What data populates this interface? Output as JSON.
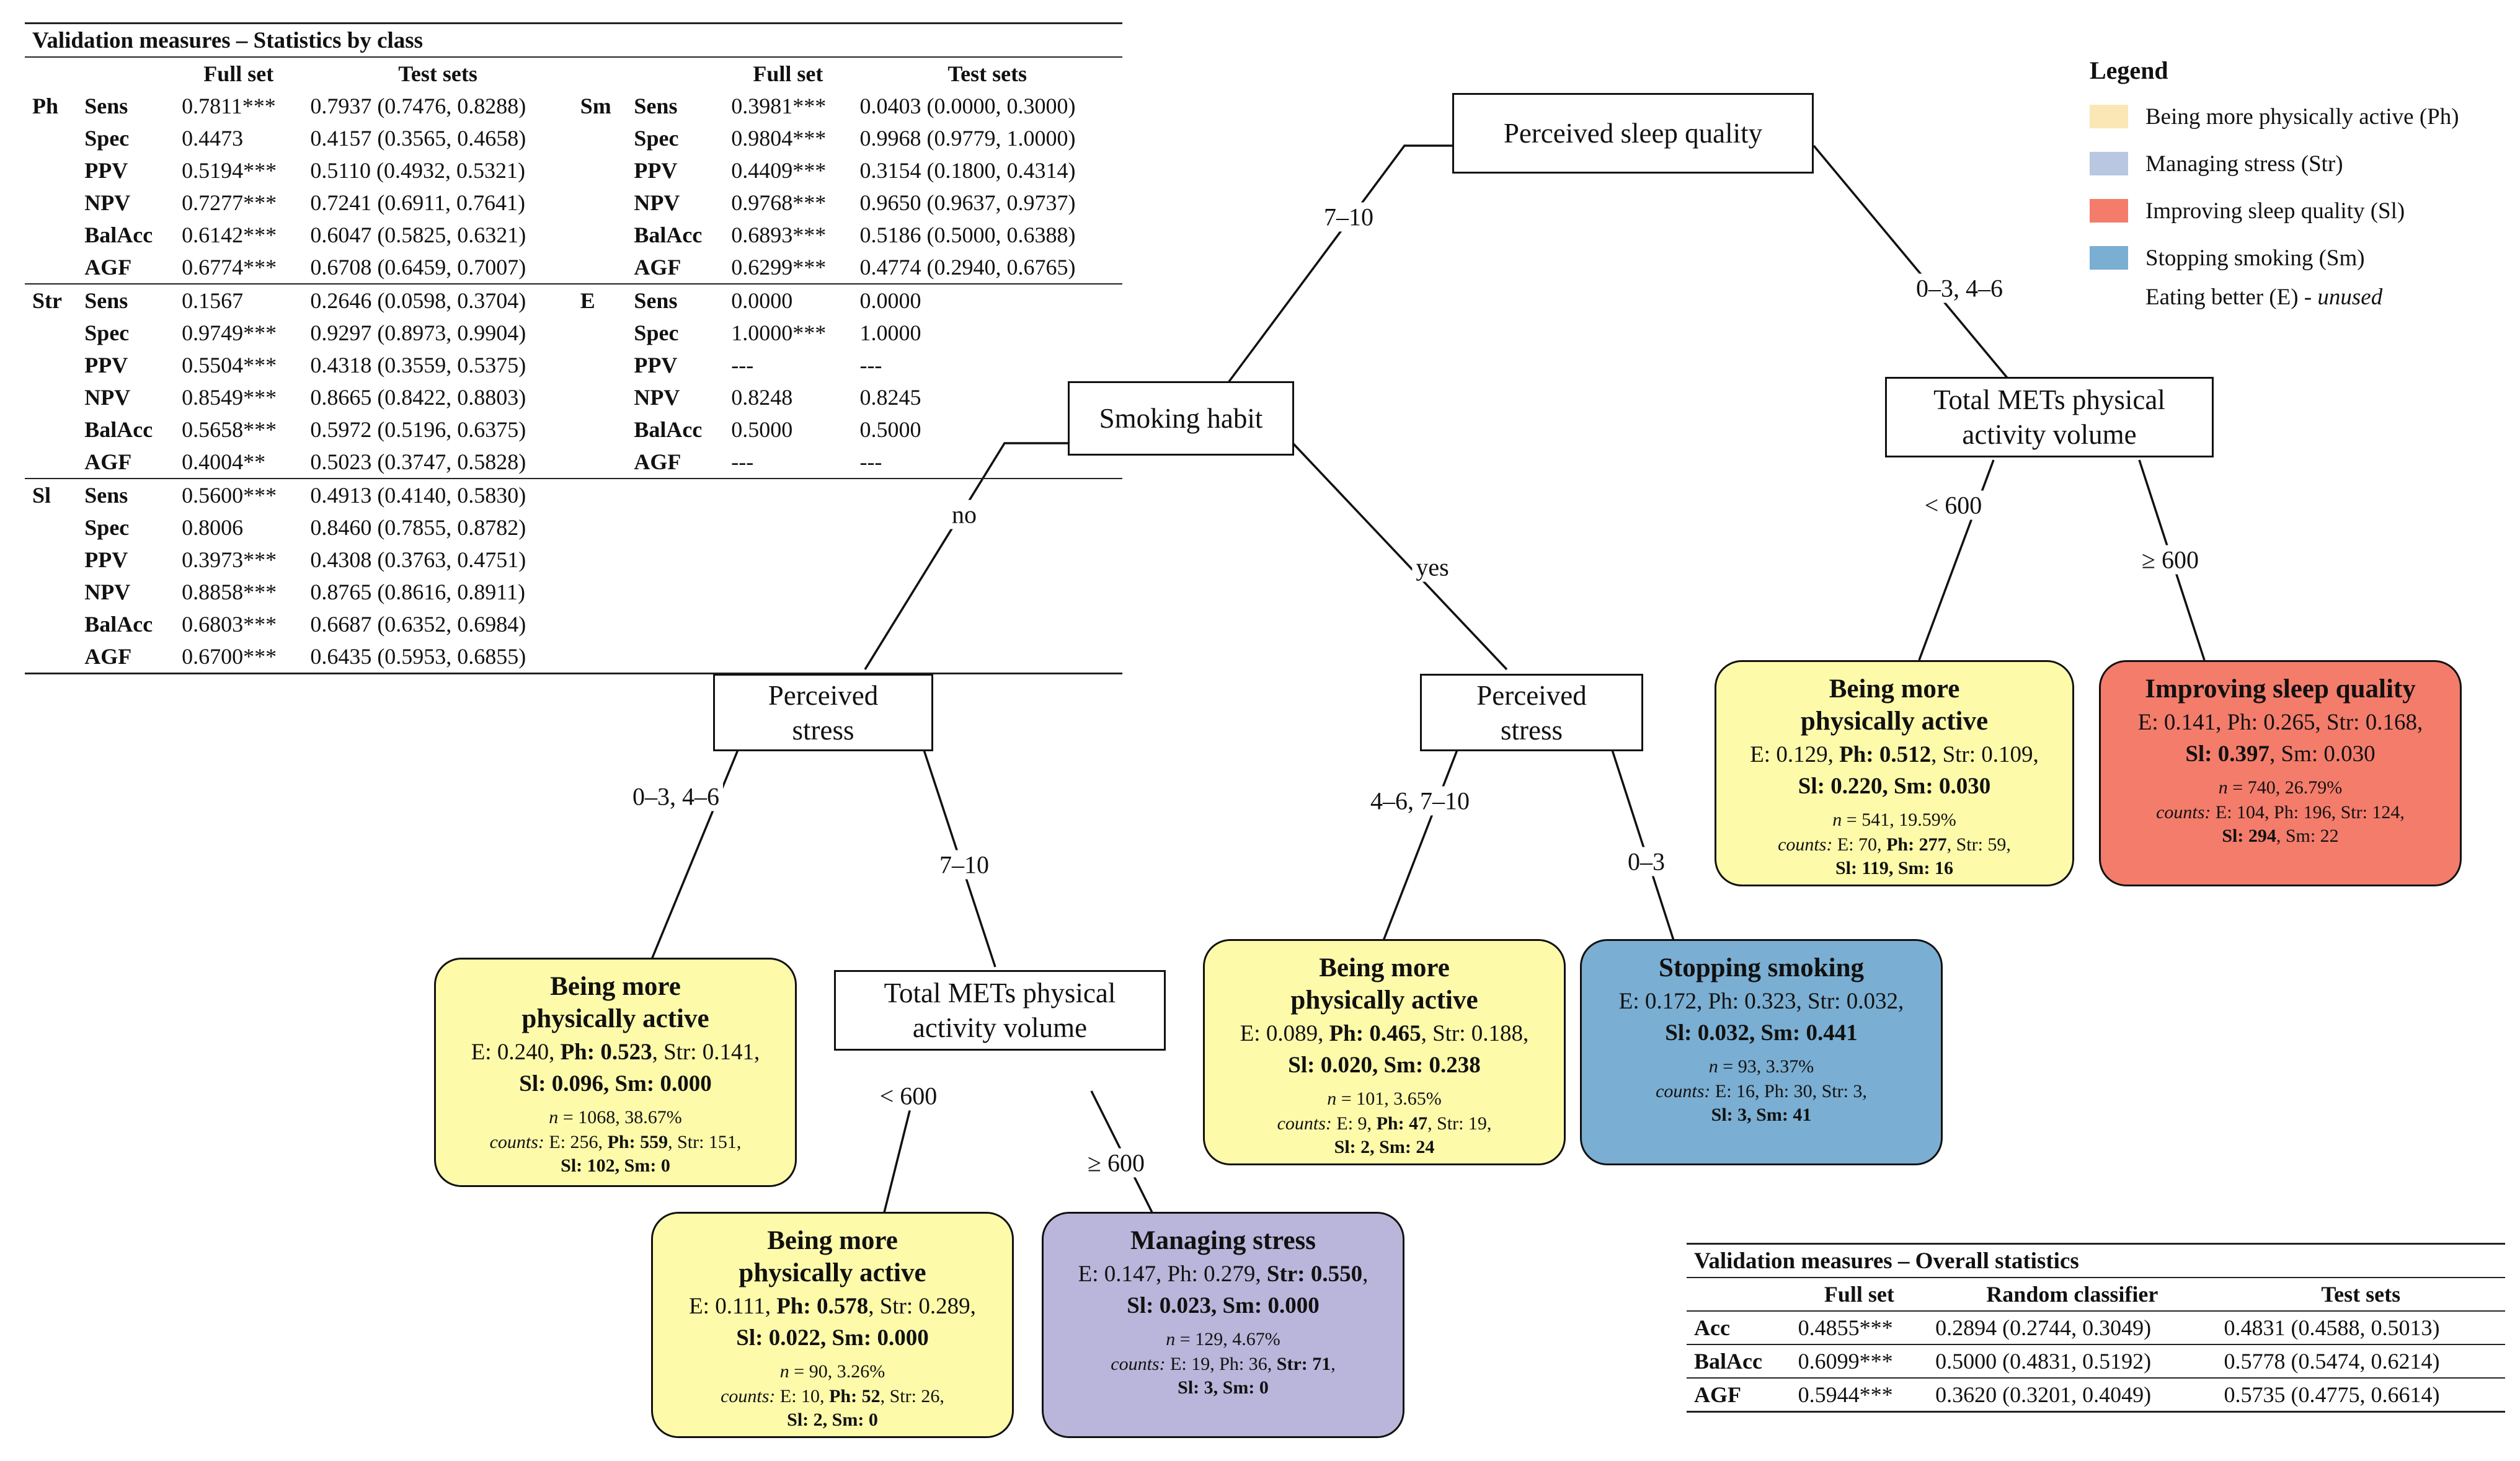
{
  "class_table": {
    "title": "Validation measures – Statistics by class",
    "headers": [
      "Full set",
      "Test sets"
    ],
    "blocks": [
      {
        "cls": "Ph",
        "rows": [
          [
            "Sens",
            "0.7811***",
            "0.7937 (0.7476, 0.8288)"
          ],
          [
            "Spec",
            "0.4473",
            "0.4157 (0.3565, 0.4658)"
          ],
          [
            "PPV",
            "0.5194***",
            "0.5110 (0.4932, 0.5321)"
          ],
          [
            "NPV",
            "0.7277***",
            "0.7241 (0.6911, 0.7641)"
          ],
          [
            "BalAcc",
            "0.6142***",
            "0.6047 (0.5825, 0.6321)"
          ],
          [
            "AGF",
            "0.6774***",
            "0.6708 (0.6459, 0.7007)"
          ]
        ]
      },
      {
        "cls": "Sm",
        "rows": [
          [
            "Sens",
            "0.3981***",
            "0.0403 (0.0000, 0.3000)"
          ],
          [
            "Spec",
            "0.9804***",
            "0.9968 (0.9779, 1.0000)"
          ],
          [
            "PPV",
            "0.4409***",
            "0.3154 (0.1800, 0.4314)"
          ],
          [
            "NPV",
            "0.9768***",
            "0.9650 (0.9637, 0.9737)"
          ],
          [
            "BalAcc",
            "0.6893***",
            "0.5186 (0.5000, 0.6388)"
          ],
          [
            "AGF",
            "0.6299***",
            "0.4774 (0.2940, 0.6765)"
          ]
        ]
      },
      {
        "cls": "Str",
        "rows": [
          [
            "Sens",
            "0.1567",
            "0.2646 (0.0598, 0.3704)"
          ],
          [
            "Spec",
            "0.9749***",
            "0.9297 (0.8973, 0.9904)"
          ],
          [
            "PPV",
            "0.5504***",
            "0.4318 (0.3559, 0.5375)"
          ],
          [
            "NPV",
            "0.8549***",
            "0.8665 (0.8422, 0.8803)"
          ],
          [
            "BalAcc",
            "0.5658***",
            "0.5972 (0.5196, 0.6375)"
          ],
          [
            "AGF",
            "0.4004**",
            "0.5023 (0.3747, 0.5828)"
          ]
        ]
      },
      {
        "cls": "E",
        "rows": [
          [
            "Sens",
            "0.0000",
            "0.0000"
          ],
          [
            "Spec",
            "1.0000***",
            "1.0000"
          ],
          [
            "PPV",
            "---",
            "---"
          ],
          [
            "NPV",
            "0.8248",
            "0.8245"
          ],
          [
            "BalAcc",
            "0.5000",
            "0.5000"
          ],
          [
            "AGF",
            "---",
            "---"
          ]
        ]
      },
      {
        "cls": "Sl",
        "rows": [
          [
            "Sens",
            "0.5600***",
            "0.4913 (0.4140, 0.5830)"
          ],
          [
            "Spec",
            "0.8006",
            "0.8460 (0.7855, 0.8782)"
          ],
          [
            "PPV",
            "0.3973***",
            "0.4308 (0.3763, 0.4751)"
          ],
          [
            "NPV",
            "0.8858***",
            "0.8765 (0.8616, 0.8911)"
          ],
          [
            "BalAcc",
            "0.6803***",
            "0.6687 (0.6352, 0.6984)"
          ],
          [
            "AGF",
            "0.6700***",
            "0.6435 (0.5953, 0.6855)"
          ]
        ]
      }
    ]
  },
  "overall_table": {
    "title": "Validation measures – Overall statistics",
    "headers": [
      "Full set",
      "Random classifier",
      "Test sets"
    ],
    "rows": [
      [
        "Acc",
        "0.4855***",
        "0.2894 (0.2744, 0.3049)",
        "0.4831 (0.4588, 0.5013)"
      ],
      [
        "BalAcc",
        "0.6099***",
        "0.5000 (0.4831, 0.5192)",
        "0.5778 (0.5474, 0.6214)"
      ],
      [
        "AGF",
        "0.5944***",
        "0.3620 (0.3201, 0.4049)",
        "0.5735 (0.4775, 0.6614)"
      ]
    ]
  },
  "legend": {
    "title": "Legend",
    "items": [
      {
        "label": "Being more physically active (Ph)",
        "color": "#fbe7b5"
      },
      {
        "label": "Managing stress (Str)",
        "color": "#b9c7e0"
      },
      {
        "label": "Improving sleep quality (Sl)",
        "color": "#f47c6b"
      },
      {
        "label": "Stopping smoking (Sm)",
        "color": "#7aaed2"
      }
    ],
    "unused": {
      "label": "Eating better (E) - ",
      "note": "unused"
    }
  },
  "tree": {
    "nodes": {
      "root": "Perceived sleep quality",
      "smoking": "Smoking habit",
      "mets_right": "Total METs physical\nactivity volume",
      "stress_left": "Perceived\nstress",
      "stress_right": "Perceived\nstress",
      "mets_left": "Total METs physical\nactivity volume"
    },
    "edges": {
      "root_left": "7–10",
      "root_right": "0–3, 4–6",
      "smoking_no": "no",
      "smoking_yes": "yes",
      "metsR_low": "< 600",
      "metsR_high": "≥ 600",
      "stressL_low": "0–3, 4–6",
      "stressL_high": "7–10",
      "stressR_low": "4–6, 7–10",
      "stressR_high": "0–3",
      "metsL_low": "< 600",
      "metsL_high": "≥ 600"
    },
    "leaves": [
      {
        "id": "leaf_ph_top",
        "title": "Being more\nphysically active",
        "color": "#fdfaaa",
        "p1": [
          "E: 0.129, ",
          "Ph: 0.512",
          ", Str: 0.109,"
        ],
        "p2": [
          "Sl: 0.220, Sm: 0.030"
        ],
        "n": "541, 19.59%",
        "c1": [
          "E: 70, ",
          "Ph: 277",
          ", Str: 59,"
        ],
        "c2": [
          "Sl: 119, Sm: 16"
        ]
      },
      {
        "id": "leaf_sl",
        "title": "Improving sleep quality",
        "color": "#f47c6b",
        "p1": [
          "E: 0.141, Ph: 0.265, Str: 0.168,"
        ],
        "p2": [
          "Sl: 0.397",
          ", Sm: 0.030"
        ],
        "n": "740, 26.79%",
        "c1": [
          "E: 104, Ph: 196, Str: 124,"
        ],
        "c2": [
          "Sl: 294",
          ", Sm: 22"
        ]
      },
      {
        "id": "leaf_ph_left",
        "title": "Being more\nphysically active",
        "color": "#fdfaaa",
        "p1": [
          "E: 0.240, ",
          "Ph: 0.523",
          ", Str: 0.141,"
        ],
        "p2": [
          "Sl: 0.096, Sm: 0.000"
        ],
        "n": "1068, 38.67%",
        "c1": [
          "E: 256, ",
          "Ph: 559",
          ", Str: 151,"
        ],
        "c2": [
          "Sl: 102, Sm: 0"
        ]
      },
      {
        "id": "leaf_ph_mid",
        "title": "Being more\nphysically active",
        "color": "#fdfaaa",
        "p1": [
          "E: 0.089, ",
          "Ph: 0.465",
          ", Str: 0.188,"
        ],
        "p2": [
          "Sl: 0.020, Sm: 0.238"
        ],
        "n": "101, 3.65%",
        "c1": [
          "E: 9, ",
          "Ph: 47",
          ", Str: 19,"
        ],
        "c2": [
          "Sl: 2, Sm: 24"
        ]
      },
      {
        "id": "leaf_sm",
        "title": "Stopping smoking",
        "color": "#7aaed2",
        "p1": [
          "E: 0.172, Ph: 0.323, Str: 0.032,"
        ],
        "p2": [
          "Sl: 0.032, ",
          "Sm: 0.441"
        ],
        "n": "93, 3.37%",
        "c1": [
          "E: 16, Ph: 30, Str: 3,"
        ],
        "c2": [
          "Sl: 3, ",
          "Sm: 41"
        ]
      },
      {
        "id": "leaf_ph_bot",
        "title": "Being more\nphysically active",
        "color": "#fdfaaa",
        "p1": [
          "E: 0.111, ",
          "Ph: 0.578",
          ", Str: 0.289,"
        ],
        "p2": [
          "Sl: 0.022, Sm: 0.000"
        ],
        "n": "90, 3.26%",
        "c1": [
          "E: 10, ",
          "Ph: 52",
          ", Str: 26,"
        ],
        "c2": [
          "Sl: 2, Sm: 0"
        ]
      },
      {
        "id": "leaf_str",
        "title": "Managing stress",
        "color": "#bab5da",
        "p1": [
          "E: 0.147, Ph: 0.279, ",
          "Str: 0.550",
          ","
        ],
        "p2": [
          "Sl: 0.023, Sm: 0.000"
        ],
        "n": "129, 4.67%",
        "c1": [
          "E: 19, Ph: 36, ",
          "Str: 71",
          ","
        ],
        "c2": [
          "Sl: 3, Sm: 0"
        ]
      }
    ],
    "n_prefix": "n",
    "counts_prefix": "counts:"
  }
}
